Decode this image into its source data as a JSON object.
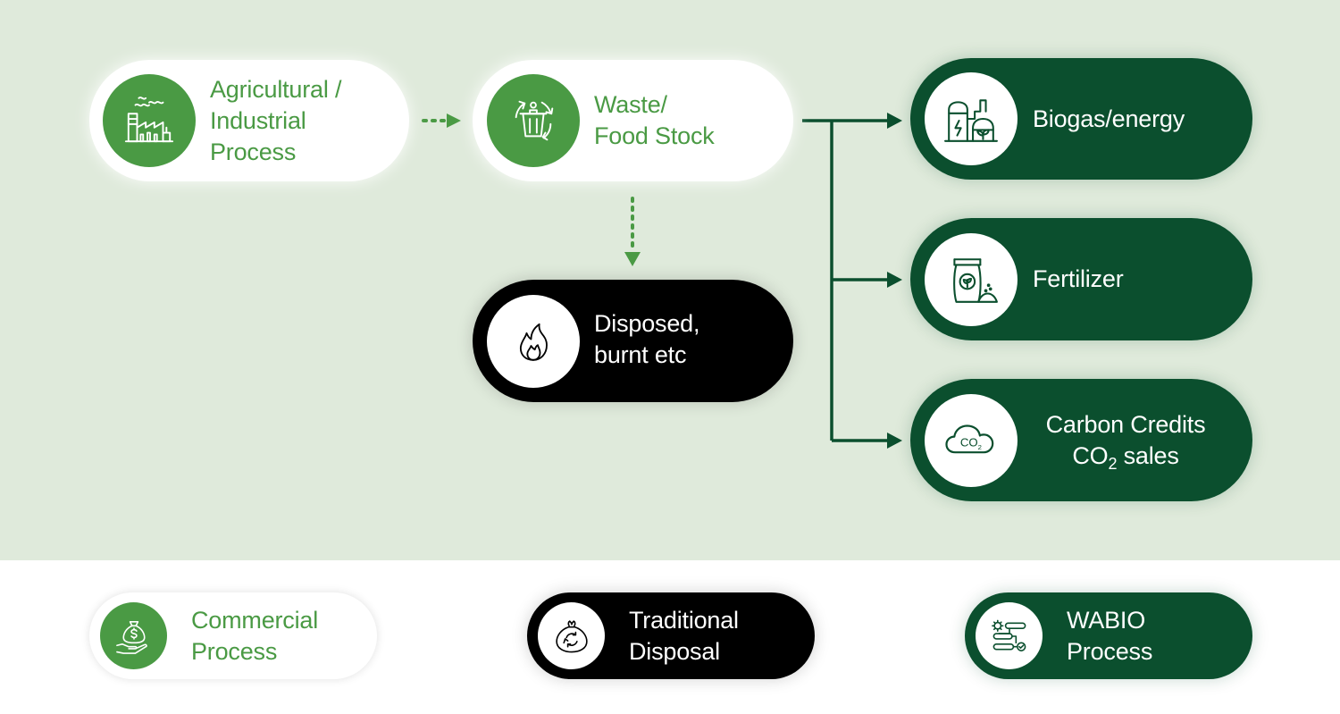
{
  "nodes": {
    "agri": {
      "line1": "Agricultural /",
      "line2": "Industrial",
      "line3": "Process",
      "icon": "factory-icon"
    },
    "waste": {
      "line1": "Waste/",
      "line2": "Food Stock",
      "icon": "recycle-bin-icon"
    },
    "disposed": {
      "line1": "Disposed,",
      "line2": "burnt etc",
      "icon": "fire-icon"
    },
    "biogas": {
      "line1": "Biogas/energy",
      "icon": "biogas-plant-icon"
    },
    "fertilizer": {
      "line1": "Fertilizer",
      "icon": "fertilizer-bag-icon"
    },
    "carbon": {
      "line1": "Carbon Credits",
      "line2_main": "CO",
      "line2_sub": "2",
      "line2_rest": " sales",
      "icon": "co2-cloud-icon",
      "icon_text_main": "CO",
      "icon_text_sub": "2"
    }
  },
  "legend": {
    "commercial": {
      "line1": "Commercial",
      "line2": "Process",
      "icon": "money-bag-hand-icon"
    },
    "traditional": {
      "line1": "Traditional",
      "line2": "Disposal",
      "icon": "trash-bag-icon"
    },
    "wabio": {
      "line1": "WABIO",
      "line2": "Process",
      "icon": "process-flow-icon"
    }
  },
  "colors": {
    "light_green_bg": "#dfeadb",
    "green": "#4a9a44",
    "dark_green": "#0b4f2e",
    "black": "#000000",
    "white": "#ffffff"
  }
}
